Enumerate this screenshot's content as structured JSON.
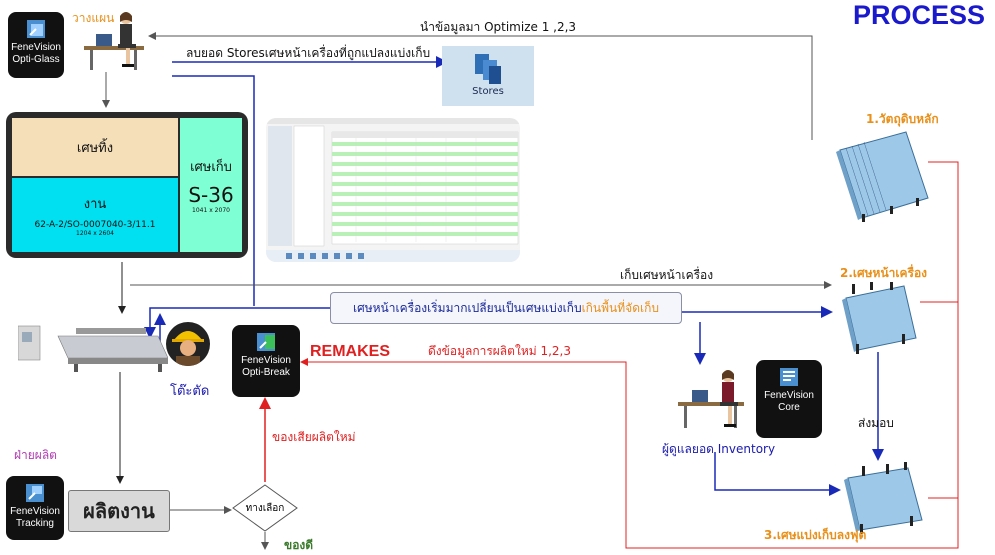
{
  "title": "PROCESS",
  "apps": {
    "opti_glass": {
      "line1": "FeneVision",
      "line2": "Opti-Glass"
    },
    "opti_break": {
      "line1": "FeneVision",
      "line2": "Opti-Break"
    },
    "core": {
      "line1": "FeneVision",
      "line2": "Core"
    },
    "tracking": {
      "line1": "FeneVision",
      "line2": "Tracking"
    }
  },
  "labels": {
    "planner": "วางแผน",
    "optimize": "นำข้อมูลมา Optimize 1 ,2,3",
    "deduct_stores": "ลบยอด Storesเศษหน้าเครื่องที่ถูกแปลงแบ่งเก็บ",
    "stores": "Stores",
    "raw_material": "1.วัตถุดิบหลัก",
    "collect_front": "เก็บเศษหน้าเครื่อง",
    "front_scrap": "2.เศษหน้าเครื่อง",
    "banner_main": "เศษหน้าเครื่องเริ่มมากเปลี่ยนเป็นเศษแบ่งเก็บ ",
    "banner_highlight": "เกินพื้นที่จัดเก็บ",
    "remakes": "REMAKES",
    "pull_remake": "ดึงข้อมูลการผลิตใหม่ 1,2,3",
    "cutting_table": "โต๊ะตัด",
    "production_dept": "ฝ่ายผลิต",
    "new_waste": "ของเสียผลิตใหม่",
    "inventory_manager": "ผู้ดูแลยอด Inventory",
    "deliver": "ส่งมอบ",
    "split_scrap": "3.เศษแบ่งเก็บลงฟุต",
    "produce": "ผลิตงาน",
    "option": "ทางเลือก",
    "good": "ของดี"
  },
  "layout_panel": {
    "waste": "เศษทิ้ง",
    "stock_label": "เศษเก็บ",
    "stock_code": "S-36",
    "stock_size": "1041 x 2070",
    "job_label": "งาน",
    "job_code": "62-A-2/SO-0007040-3/11.1",
    "job_size": "1204 x 2604"
  },
  "colors": {
    "title": "#1a1acc",
    "waste_cell": "#f5dfb8",
    "stock_cell": "#7fffd4",
    "job_cell": "#00e0f0",
    "blue_arrow": "#1a2ab8",
    "red_arrow": "#e02020",
    "grey_arrow": "#555555",
    "orange_text": "#e8901a"
  }
}
